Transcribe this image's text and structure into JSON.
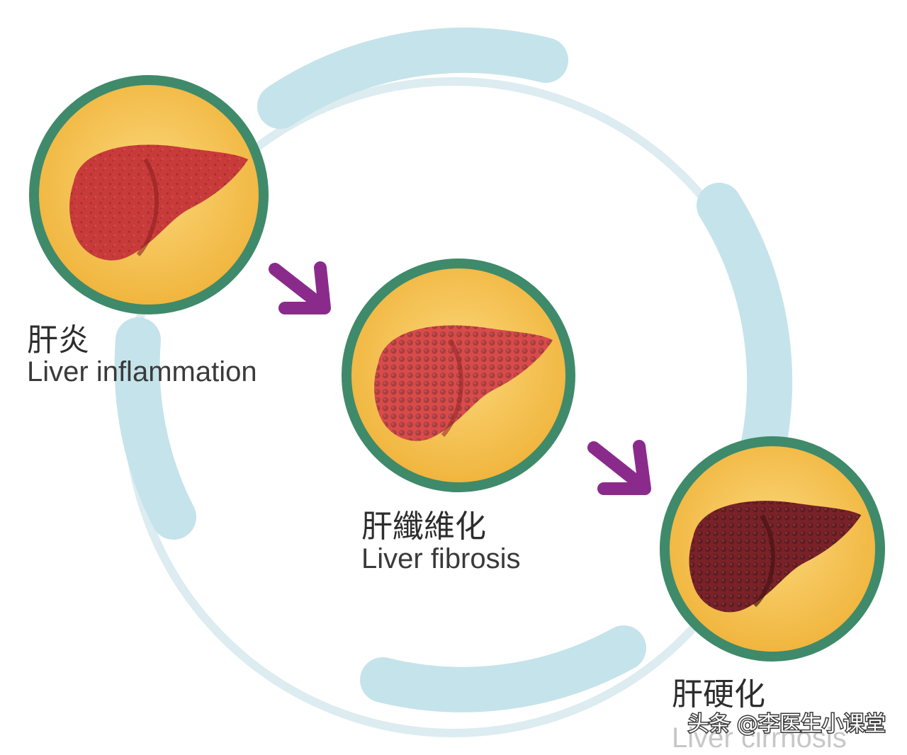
{
  "stages": [
    {
      "id": "inflammation",
      "title_zh": "肝炎",
      "title_en": "Liver inflammation",
      "liver_color": "#c83b3a"
    },
    {
      "id": "fibrosis",
      "title_zh": "肝纖維化",
      "title_en": "Liver fibrosis",
      "liver_color": "#d94b4b"
    },
    {
      "id": "cirrhosis",
      "title_zh": "肝硬化",
      "title_en": "Liver cirrhosis",
      "liver_color": "#7a2228"
    }
  ],
  "watermark": "头条 @李医生小课堂",
  "colors": {
    "ring": "#dbeef2",
    "ring_segments": "#c3e2ea",
    "disc_border": "#3f8a6a",
    "disc_fill": "#f5c14a",
    "arrow": "#8a2b8c"
  }
}
